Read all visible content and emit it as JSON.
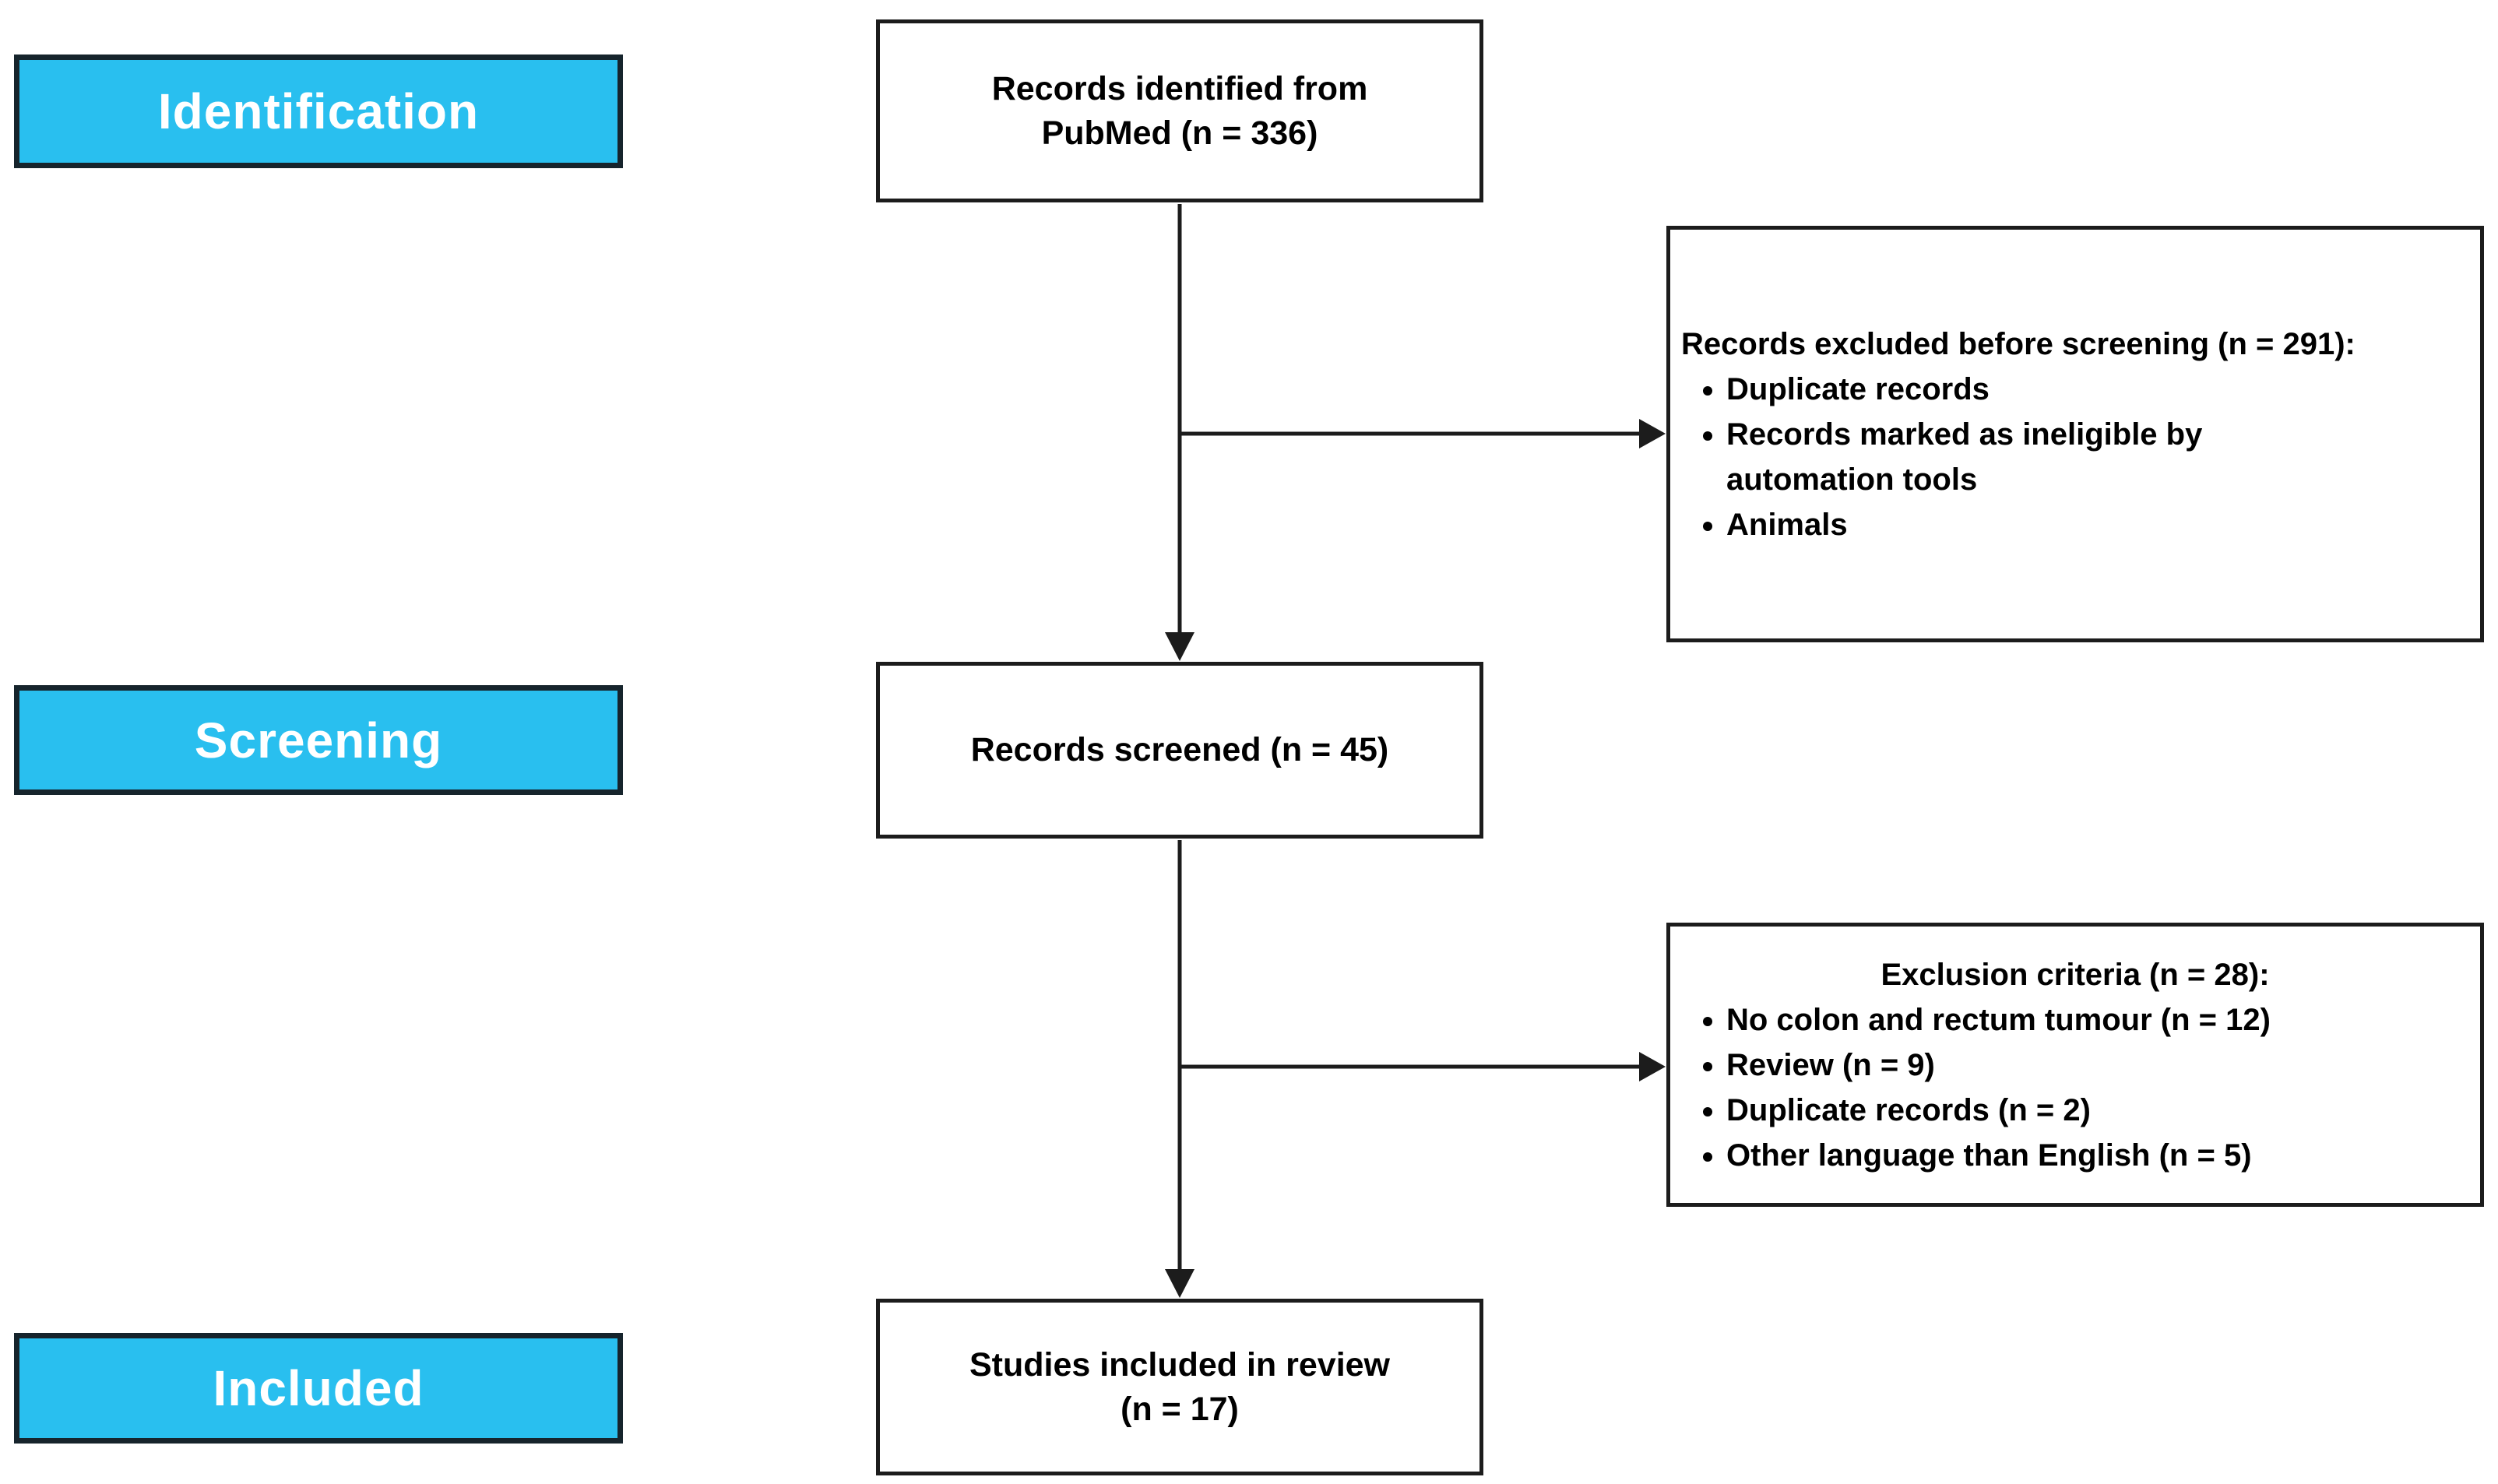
{
  "colors": {
    "stage_fill": "#29bfef",
    "stage_border": "#16242c",
    "stage_text": "#ffffff",
    "box_border": "#1c1c1c",
    "box_text": "#000000",
    "arrow": "#1c1c1c",
    "background": "#ffffff"
  },
  "stages": [
    {
      "label": "Identification"
    },
    {
      "label": "Screening"
    },
    {
      "label": "Included"
    }
  ],
  "flow_boxes": [
    {
      "lines": [
        "Records identified from",
        "PubMed (n = 336)"
      ]
    },
    {
      "lines": [
        "Records screened (n = 45)"
      ]
    },
    {
      "lines": [
        "Studies included in review",
        "(n = 17)"
      ]
    }
  ],
  "exclusion_boxes": [
    {
      "title": "Records excluded before screening (n = 291):",
      "items": [
        "Duplicate records",
        "Records marked as ineligible by automation tools",
        "Animals"
      ]
    },
    {
      "title": "Exclusion criteria (n = 28):",
      "items": [
        "No colon and rectum tumour (n = 12)",
        "Review (n = 9)",
        "Duplicate records (n = 2)",
        "Other language than English (n = 5)"
      ]
    }
  ]
}
